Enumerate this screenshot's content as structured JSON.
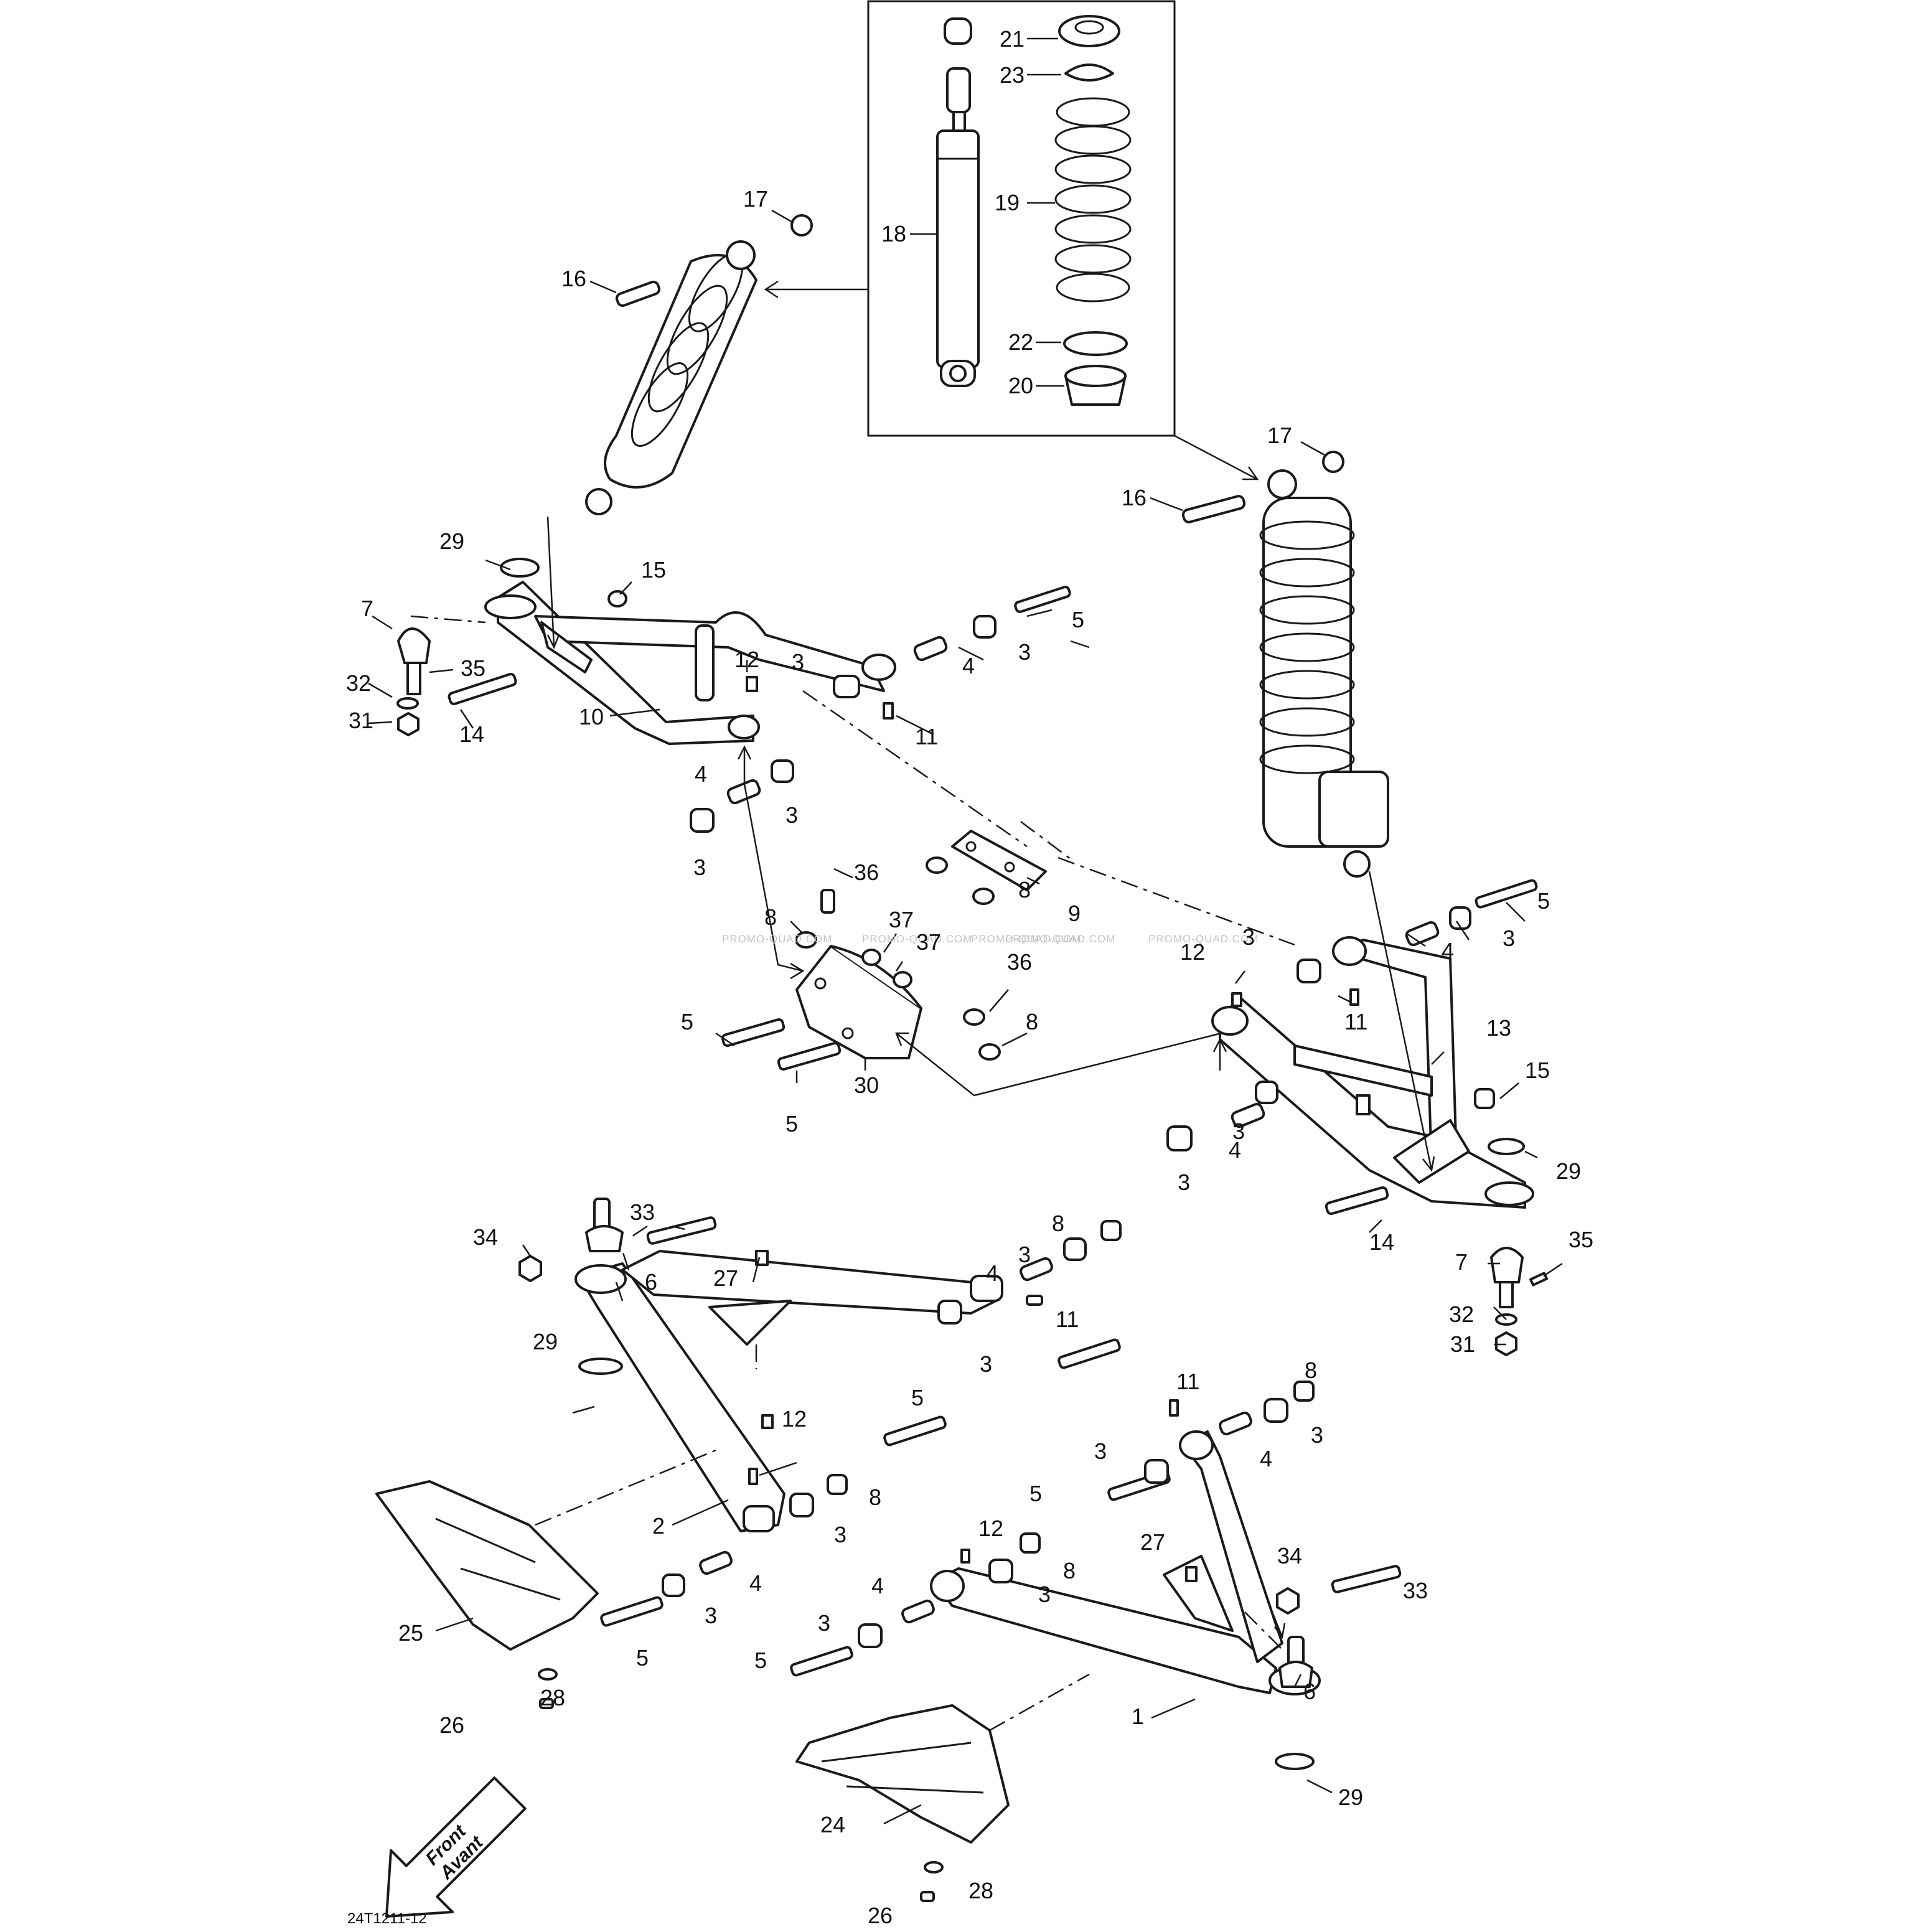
{
  "callouts": {
    "c21": "21",
    "c23": "23",
    "c19": "19",
    "c18": "18",
    "c22": "22",
    "c20": "20",
    "c17a": "17",
    "c16a": "16",
    "c17b": "17",
    "c16b": "16",
    "c29a": "29",
    "c15a": "15",
    "c7a": "7",
    "c35a": "35",
    "c32a": "32",
    "c31a": "31",
    "c14a": "14",
    "c10": "10",
    "c12a": "12",
    "c11a": "11",
    "c3a": "3",
    "c3b": "3",
    "c4a": "4",
    "c5a": "5",
    "c4b": "4",
    "c3c": "3",
    "c3d": "3",
    "c36a": "36",
    "c8a": "8",
    "c9": "9",
    "c37a": "37",
    "c37b": "37",
    "c36b": "36",
    "c5b": "5",
    "c8b": "8",
    "c30": "30",
    "c5c": "5",
    "c8c": "8",
    "c3e": "3",
    "c4c": "4",
    "c3f": "3",
    "c5d": "5",
    "c12b": "12",
    "c11b": "11",
    "c13": "13",
    "c15b": "15",
    "c3g": "3",
    "c4d": "4",
    "c3h": "3",
    "c29b": "29",
    "c14b": "14",
    "c7b": "7",
    "c35b": "35",
    "c32b": "32",
    "c31b": "31",
    "c33a": "33",
    "c34a": "34",
    "c6a": "6",
    "c8d": "8",
    "c3i": "3",
    "c4e": "4",
    "c27a": "27",
    "c29c": "29",
    "c11c": "11",
    "c3j": "3",
    "c5e": "5",
    "c12c": "12",
    "c2": "2",
    "c8e": "8",
    "c3k": "3",
    "c4f": "4",
    "c3l": "3",
    "c5f": "5",
    "c25": "25",
    "c28a": "28",
    "c26a": "26",
    "c11d": "11",
    "c8f": "8",
    "c3m": "3",
    "c4g": "4",
    "c3n": "3",
    "c5g": "5",
    "c12d": "12",
    "c8g": "8",
    "c3o": "3",
    "c4h": "4",
    "c3p": "3",
    "c5h": "5",
    "c27b": "27",
    "c34b": "34",
    "c33b": "33",
    "c6b": "6",
    "c1": "1",
    "c29d": "29",
    "c24": "24",
    "c28b": "28",
    "c26b": "26"
  },
  "watermarks": [
    "PROMO-QUAD.COM",
    "PROMO-QUAD.COM",
    "PROMO-QUAD.COM",
    "PROMO-QUAD.COM",
    "PROMO-QUAD.COM"
  ],
  "front_arrow": {
    "line1": "Front",
    "line2": "Avant"
  },
  "drawing_code": "24T1211-12"
}
